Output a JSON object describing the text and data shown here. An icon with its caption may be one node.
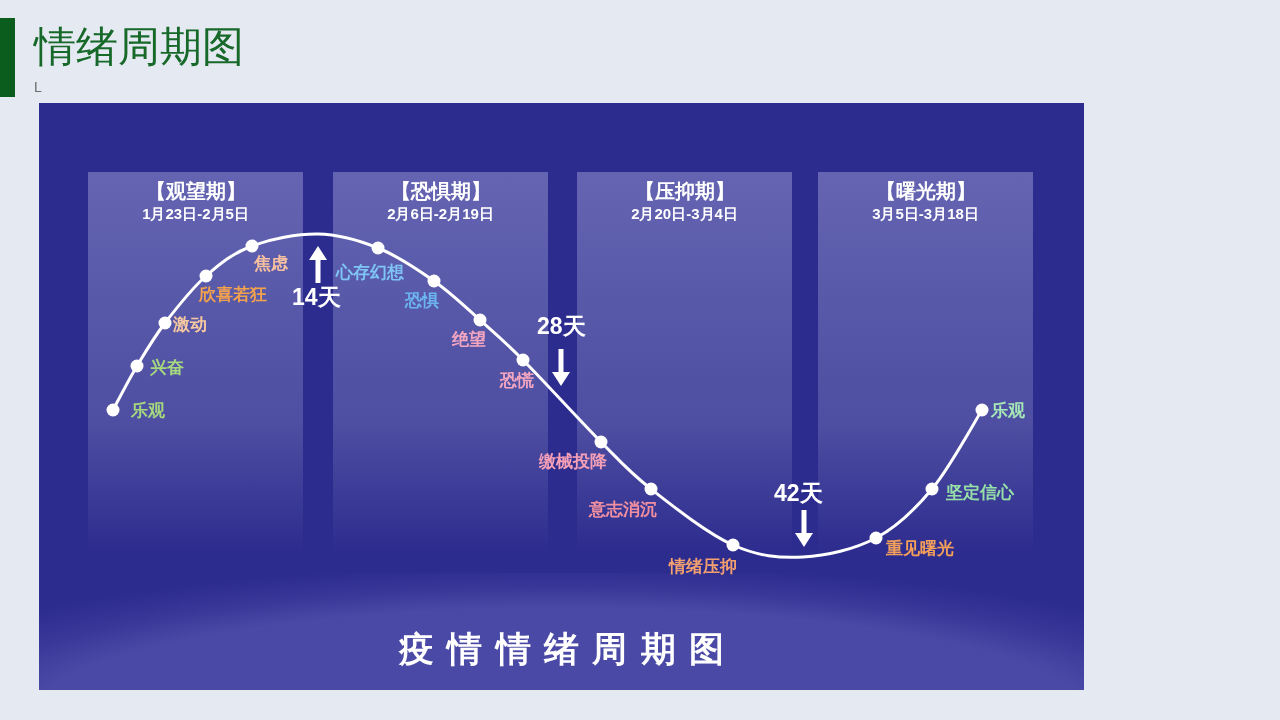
{
  "diagram": {
    "title": "情绪周期图",
    "caption": "疫情情绪周期图",
    "nodes": [
      {
        "text": [
          "【观望期】",
          "1月23日-2月5日"
        ]
      },
      {
        "text": [
          "【恐惧期】",
          "2月6日-2月19日"
        ]
      },
      {
        "text": [
          "【压抑期】",
          "2月20日-3月4日"
        ]
      },
      {
        "text": [
          "【曙光期】",
          "3月5日-3月18日"
        ]
      }
    ],
    "labels": [
      "L",
      "乐观",
      "兴奋",
      "激动",
      "欣喜若狂",
      "焦虑",
      "14天",
      "心存幻想",
      "恐惧",
      "绝望",
      "恐慌",
      "28天",
      "缴械投降",
      "意志消沉",
      "情绪压抑",
      "42天",
      "重见曙光",
      "坚定信心",
      "乐观"
    ]
  }
}
